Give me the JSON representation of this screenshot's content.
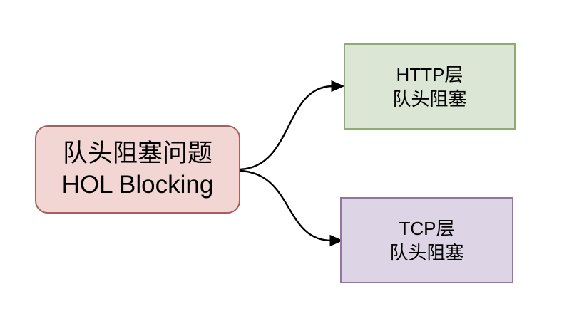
{
  "diagram": {
    "background_color": "#ffffff",
    "text_color": "#000000",
    "edge_color": "#000000",
    "nodes": {
      "source": {
        "id": "hol-blocking",
        "shape": "rounded-rectangle",
        "label_line1": "队头阻塞问题",
        "label_line2": "HOL Blocking",
        "fill": "#f2d6d3",
        "stroke": "#a5605c"
      },
      "http": {
        "id": "http-layer",
        "shape": "rectangle",
        "label_line1": "HTTP层",
        "label_line2": "队头阻塞",
        "fill": "#dbe6d5",
        "stroke": "#8dab72"
      },
      "tcp": {
        "id": "tcp-layer",
        "shape": "rectangle",
        "label_line1": "TCP层",
        "label_line2": "队头阻塞",
        "fill": "#ddd4e5",
        "stroke": "#8f74a4"
      }
    },
    "edges": [
      {
        "from": "hol-blocking",
        "to": "http-layer",
        "style": "curved-arrow"
      },
      {
        "from": "hol-blocking",
        "to": "tcp-layer",
        "style": "curved-arrow"
      }
    ]
  }
}
